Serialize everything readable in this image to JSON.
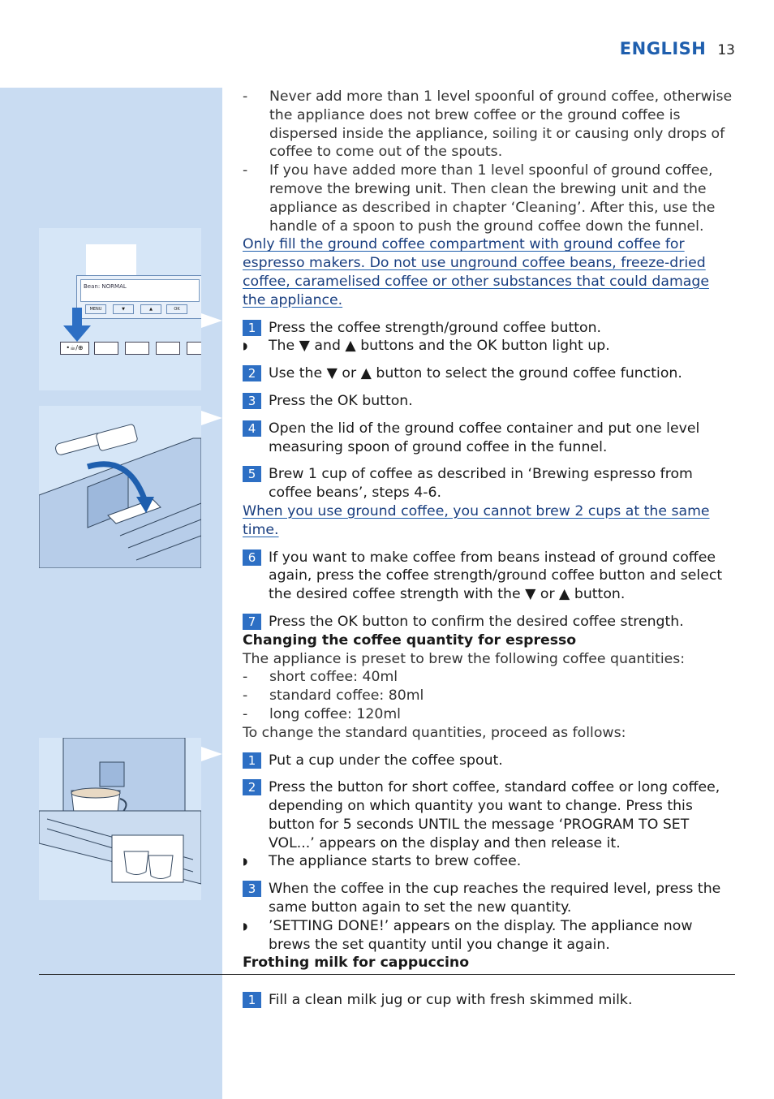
{
  "header": {
    "language": "ENGLISH",
    "page_number": "13"
  },
  "illustrations": {
    "display": {
      "screen_text": "Bean: NORMAL",
      "buttons": [
        "MENU",
        "▼",
        "▲",
        "OK"
      ],
      "selector_label": "•☕/⊕"
    }
  },
  "content": {
    "warning_dashes": [
      "Never add more than 1 level spoonful of ground coffee, otherwise the appliance does not brew coffee or the ground coffee is dispersed inside the appliance, soiling it or causing only drops of coffee to come out of the spouts.",
      "If you have added more than 1 level spoonful of ground coffee, remove the brewing unit. Then clean the brewing unit and the appliance as described in chapter ‘Cleaning’. After this, use the handle of a spoon to push the ground coffee down the funnel."
    ],
    "note1": "Only fill the ground coffee compartment with ground coffee for espresso makers. Do not use unground coffee beans, freeze-dried coffee, caramelised coffee or other substances that could damage the appliance.",
    "steps_a": [
      {
        "n": "1",
        "text": "Press the coffee strength/ground coffee button.",
        "result": "The ▼ and ▲ buttons and the OK button light up."
      },
      {
        "n": "2",
        "text": "Use the ▼ or ▲ button to select the ground coffee function."
      },
      {
        "n": "3",
        "text": "Press the OK button."
      },
      {
        "n": "4",
        "text": "Open the lid of the ground coffee container and put one level measuring spoon of ground coffee in the funnel."
      },
      {
        "n": "5",
        "text": "Brew 1 cup of coffee as described in ‘Brewing espresso from coffee beans’, steps 4-6."
      }
    ],
    "note2": "When you use ground coffee, you cannot brew 2 cups at the same time.",
    "steps_b": [
      {
        "n": "6",
        "text": "If you want to make coffee from beans instead of ground coffee again, press the coffee strength/ground coffee button and select the desired coffee strength with the ▼ or ▲ button."
      },
      {
        "n": "7",
        "text": "Press the OK button to confirm the desired coffee strength."
      }
    ],
    "heading1": "Changing the coffee quantity for espresso",
    "intro": " The appliance is preset to brew the following coffee quantities:",
    "quantities": [
      "short coffee: 40ml",
      "standard coffee: 80ml",
      "long coffee: 120ml"
    ],
    "proceed": "To change the standard quantities, proceed as follows:",
    "steps_c": [
      {
        "n": "1",
        "text": "Put a cup under the coffee spout."
      },
      {
        "n": "2",
        "text": "Press the button for short coffee, standard coffee or long coffee, depending on which quantity you want to change. Press this button for 5 seconds UNTIL the message ‘PROGRAM TO SET VOL...’ appears on the display and then release it.",
        "result": "The appliance starts to brew coffee."
      },
      {
        "n": "3",
        "text": "When the coffee in the cup reaches the required level, press the same button again to set the new quantity.",
        "result": "’SETTING DONE!’ appears on the display. The appliance now brews the set quantity until you change it again."
      }
    ],
    "heading2": "Frothing milk for cappuccino",
    "steps_d": [
      {
        "n": "1",
        "text": "Fill a clean milk jug or cup with fresh skimmed milk."
      }
    ]
  },
  "colors": {
    "accent": "#1f5fae",
    "step_badge": "#2d6fc4",
    "sidebar": "#c9dcf2"
  }
}
